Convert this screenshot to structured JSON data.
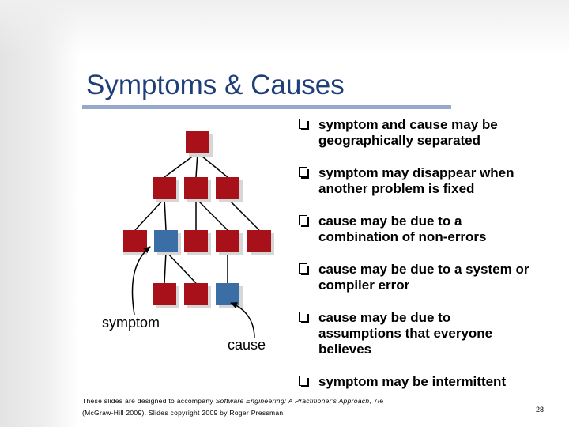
{
  "slide": {
    "title": "Symptoms & Causes",
    "page_number": "28"
  },
  "diagram": {
    "symptom_label": "symptom",
    "cause_label": "cause",
    "colors": {
      "node_red": "#a8111a",
      "node_blue": "#3a6ea5",
      "shadow": "#d6d6d6"
    }
  },
  "bullets": [
    "symptom and cause may be geographically separated",
    "symptom may disappear when another problem is fixed",
    "cause may be due to a combination of non-errors",
    "cause may be due to a system or compiler error",
    "cause may be due to assumptions that everyone believes",
    "symptom may be intermittent"
  ],
  "footer": {
    "line1_prefix": "These slides are designed to accompany ",
    "book_title": "Software Engineering: A Practitioner's Approach",
    "line1_suffix": ", 7/e",
    "line2": "(McGraw-Hill 2009). Slides copyright 2009 by Roger Pressman."
  }
}
